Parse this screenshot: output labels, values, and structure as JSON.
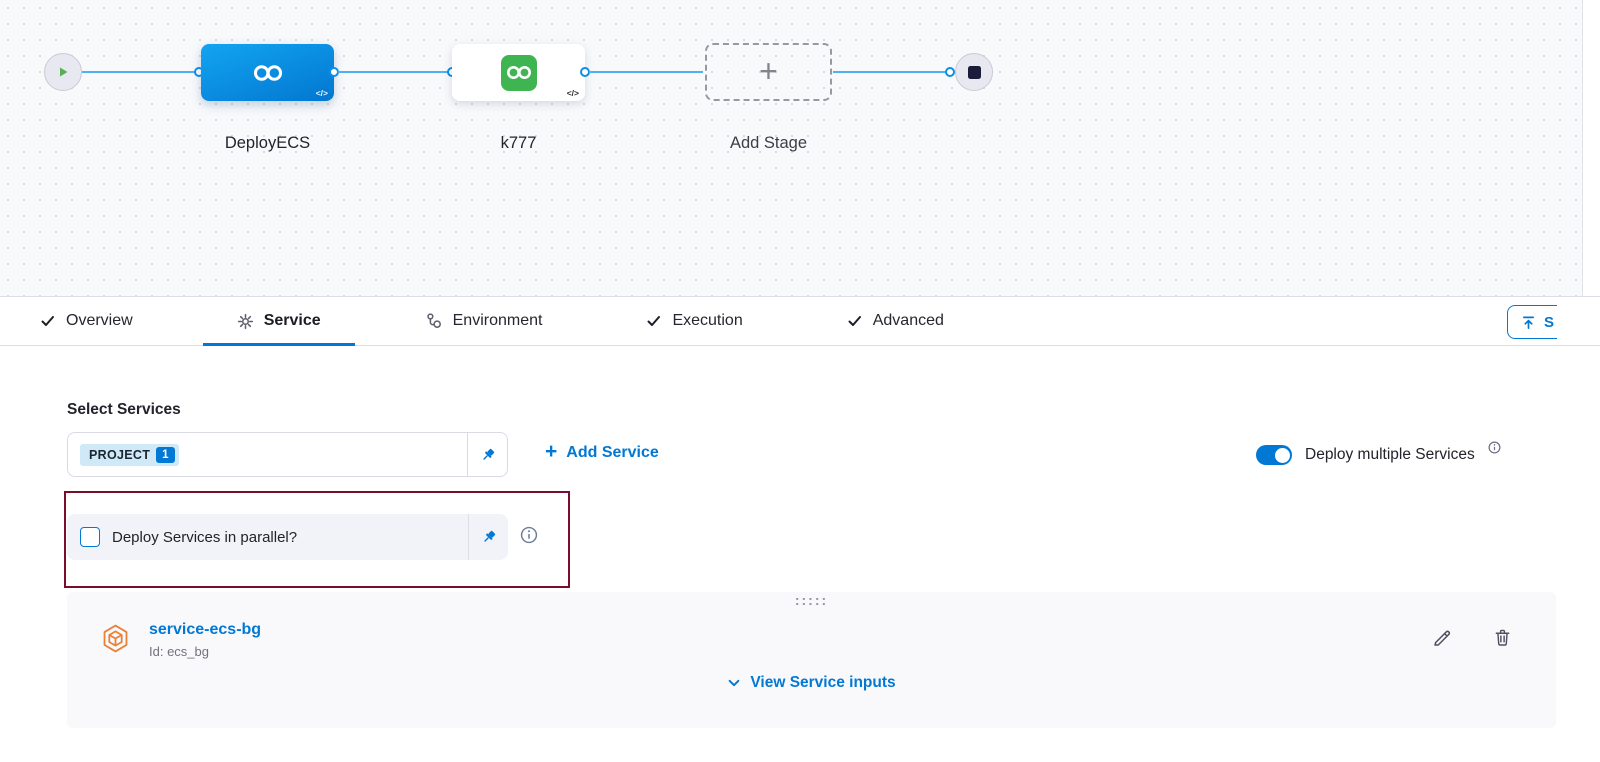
{
  "icons": {
    "plus": "+",
    "code": "</>"
  },
  "pipeline": {
    "stages": [
      {
        "name": "DeployECS"
      },
      {
        "name": "k777"
      },
      {
        "name": "Add Stage"
      }
    ]
  },
  "tabs": {
    "items": [
      {
        "label": "Overview"
      },
      {
        "label": "Service"
      },
      {
        "label": "Environment"
      },
      {
        "label": "Execution"
      },
      {
        "label": "Advanced"
      }
    ],
    "save_label": "S"
  },
  "service_tab": {
    "select_services_label": "Select Services",
    "project_tag": "PROJECT",
    "project_count": "1",
    "add_service_label": "Add Service",
    "deploy_multiple_label": "Deploy multiple Services",
    "parallel_label": "Deploy Services in parallel?",
    "drag_handle": ":::::",
    "service": {
      "name": "service-ecs-bg",
      "id_text": "Id: ecs_bg"
    },
    "view_inputs_label": "View Service inputs"
  },
  "colors": {
    "accent": "#0278d5",
    "highlight_border": "#7a0d2b",
    "stage_green": "#3eb551",
    "stage_blue": "#0277d0",
    "line_blue": "#4db1f2"
  }
}
